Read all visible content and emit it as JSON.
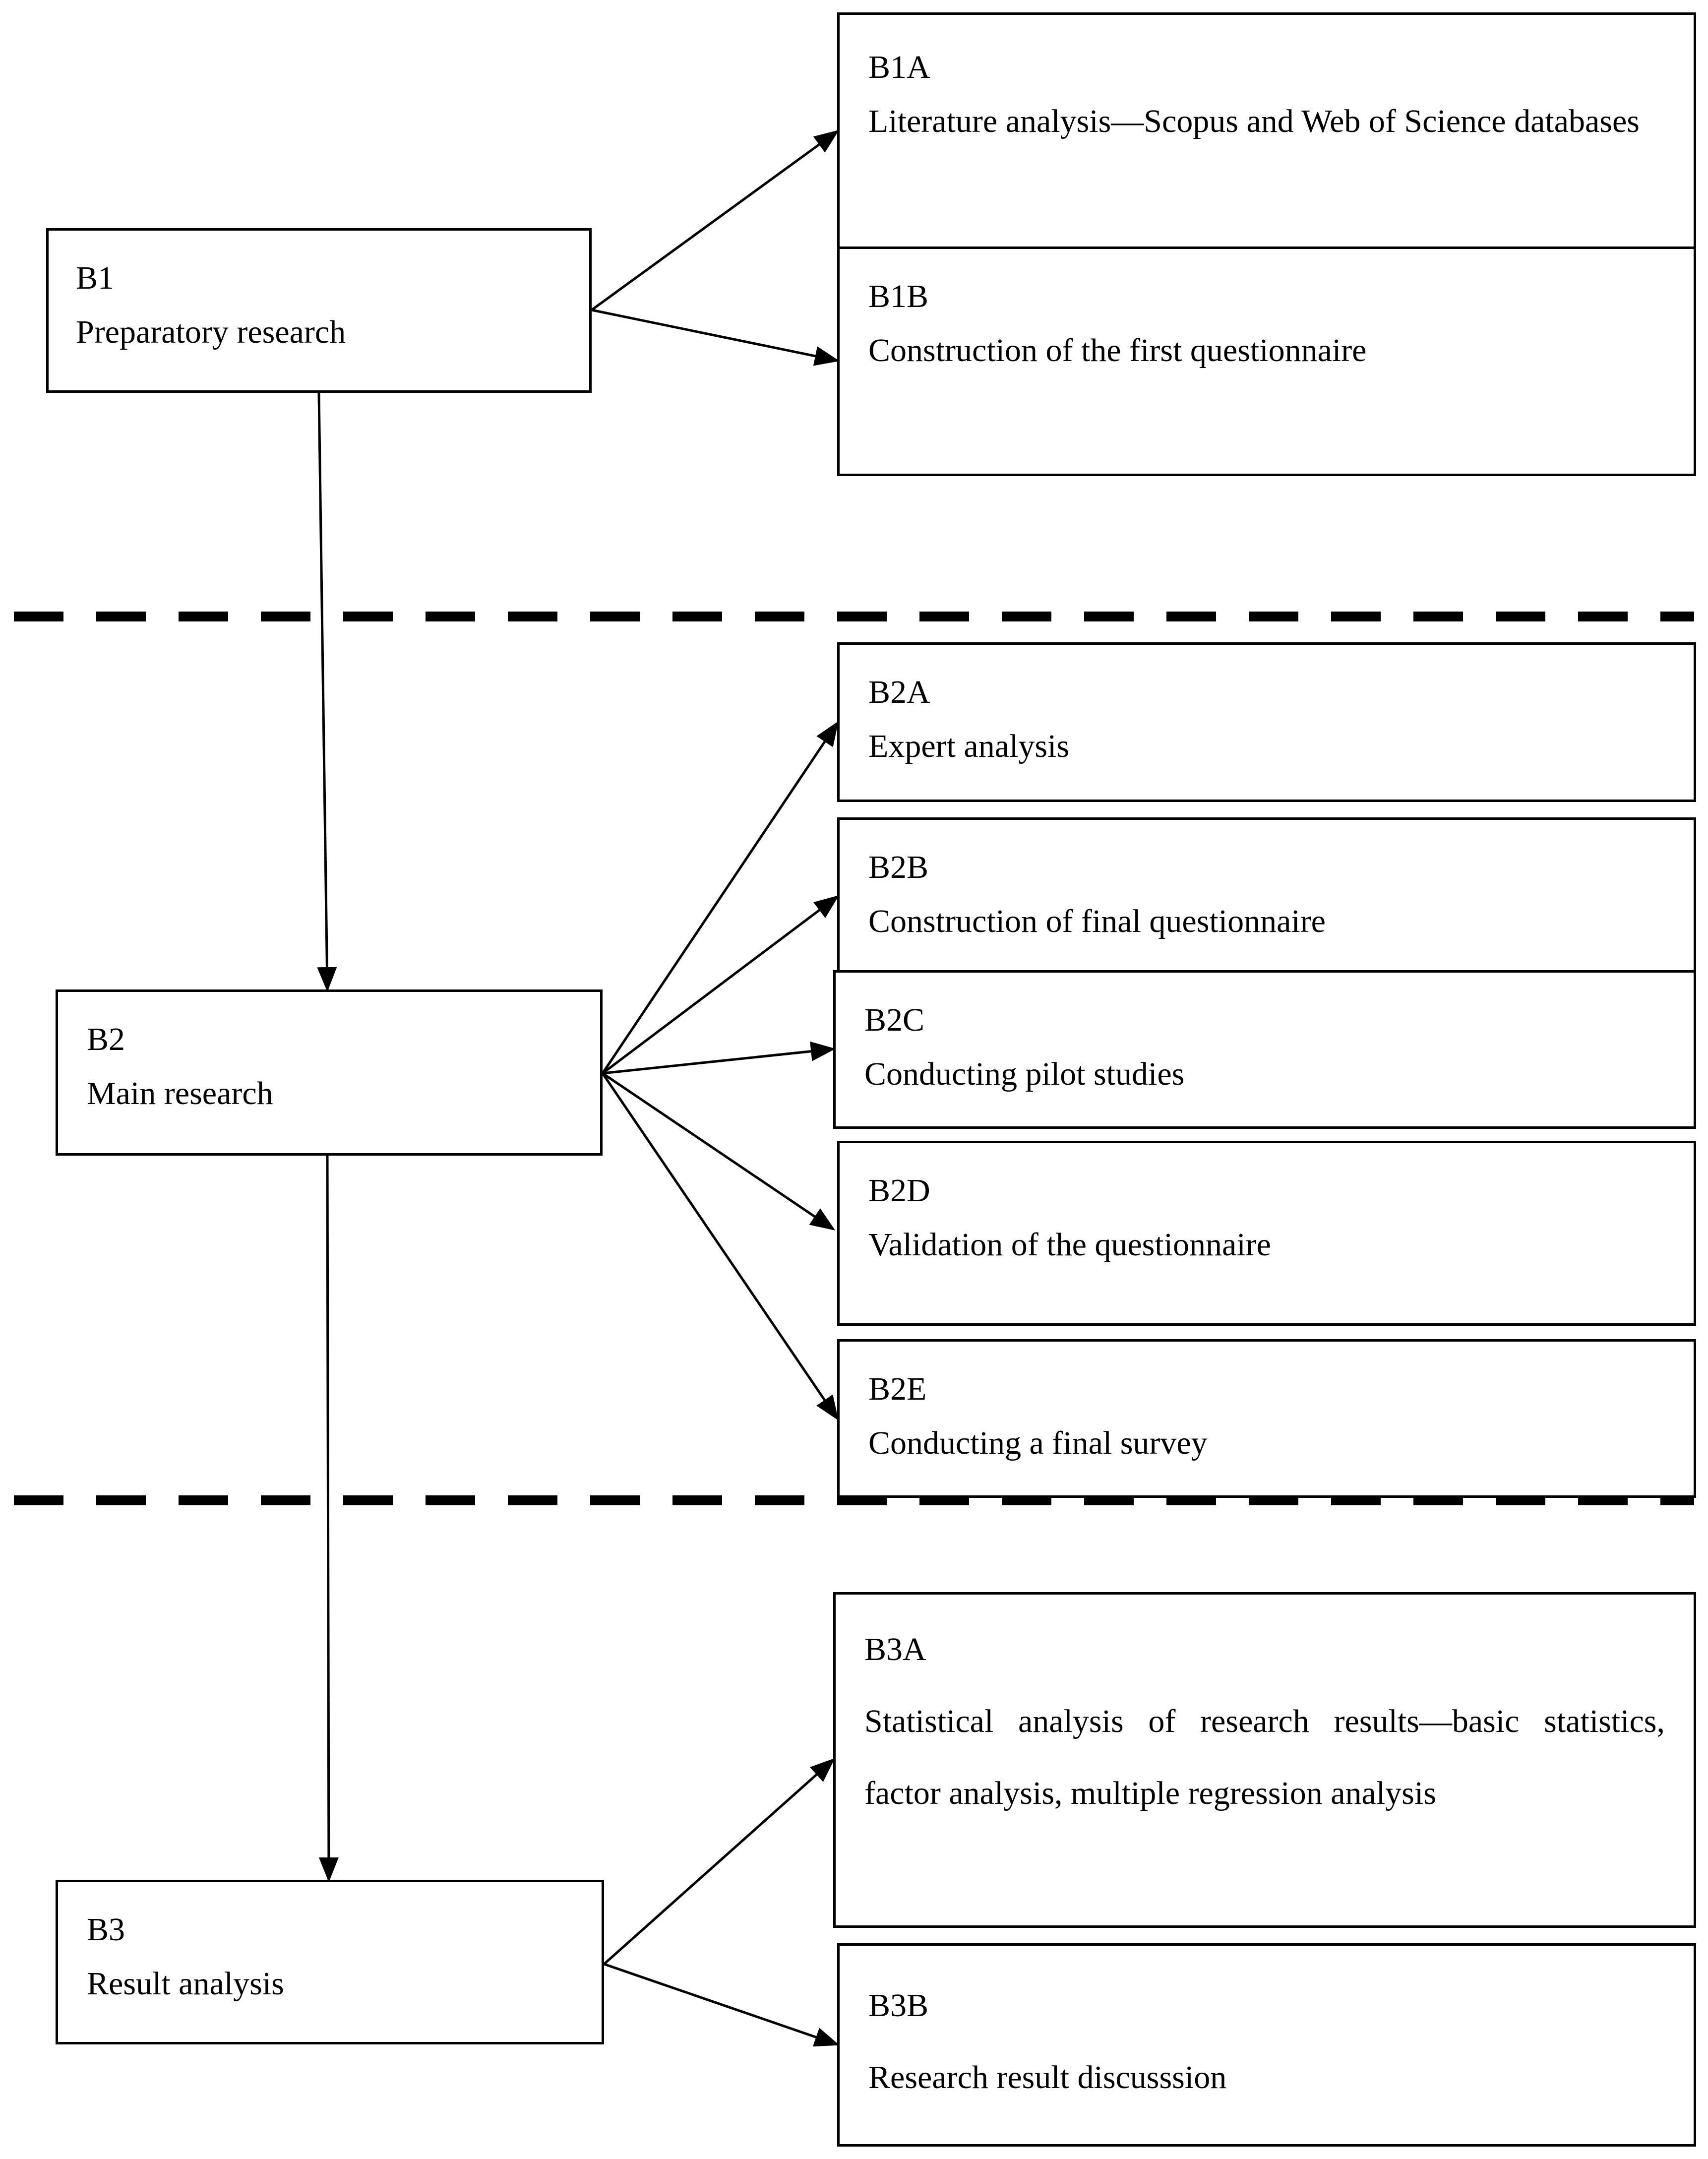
{
  "stages": [
    {
      "id": "B1",
      "code": "B1",
      "label": "Preparatory research"
    },
    {
      "id": "B2",
      "code": "B2",
      "label": "Main research"
    },
    {
      "id": "B3",
      "code": "B3",
      "label": "Result analysis"
    }
  ],
  "steps": {
    "B1A": {
      "code": "B1A",
      "label": "Literature analysis—Scopus and Web of Science databases"
    },
    "B1B": {
      "code": "B1B",
      "label": "Construction of the first questionnaire"
    },
    "B2A": {
      "code": "B2A",
      "label": "Expert analysis"
    },
    "B2B": {
      "code": "B2B",
      "label": "Construction of final questionnaire"
    },
    "B2C": {
      "code": "B2C",
      "label": "Conducting pilot studies"
    },
    "B2D": {
      "code": "B2D",
      "label": "Validation of the questionnaire"
    },
    "B2E": {
      "code": "B2E",
      "label": "Conducting a final survey"
    },
    "B3A": {
      "code": "B3A",
      "label": "Statistical analysis of research results—basic statistics, factor analysis, multiple regression analysis"
    },
    "B3B": {
      "code": "B3B",
      "label": "Research result discusssion"
    }
  },
  "connections": [
    {
      "from": "B1",
      "to": "B2"
    },
    {
      "from": "B2",
      "to": "B3"
    },
    {
      "from": "B1",
      "to": "B1A"
    },
    {
      "from": "B1",
      "to": "B1B"
    },
    {
      "from": "B2",
      "to": "B2A"
    },
    {
      "from": "B2",
      "to": "B2B"
    },
    {
      "from": "B2",
      "to": "B2C"
    },
    {
      "from": "B2",
      "to": "B2D"
    },
    {
      "from": "B2",
      "to": "B2E"
    },
    {
      "from": "B3",
      "to": "B3A"
    },
    {
      "from": "B3",
      "to": "B3B"
    }
  ]
}
